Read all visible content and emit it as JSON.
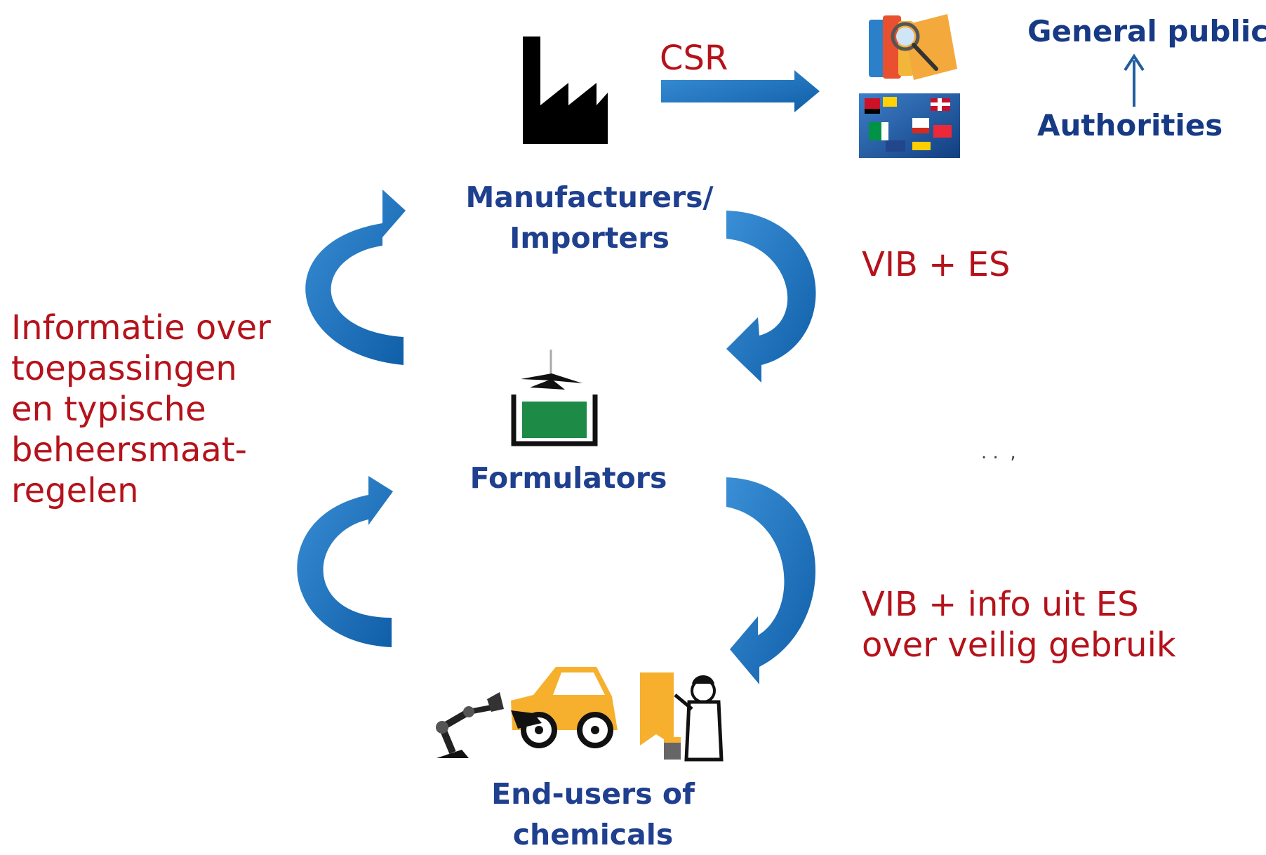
{
  "nodes": {
    "manufacturers": "Manufacturers/\nImporters",
    "formulators": "Formulators",
    "end_users": "End-users of\nchemicals",
    "general_public": "General public",
    "authorities": "Authorities"
  },
  "labels": {
    "csr": "CSR",
    "vib_es": "VIB + ES",
    "vib_info": "VIB + info uit ES\nover veilig gebruik",
    "left_info": "Informatie over\ntoepassingen\nen typische\nbeheersmaat-\nregelen",
    "dots": ". .  ,"
  },
  "icons": {
    "factory": "factory-icon",
    "reports": "reports-icon",
    "eu_flags": "eu-flags-icon",
    "mixer": "mixer-tank-icon",
    "robot_arm": "robot-arm-icon",
    "car": "car-icon",
    "painter": "painter-icon"
  },
  "colors": {
    "arrow_blue": "#1e73be",
    "actor_text": "#1f3f8f",
    "label_red": "#b5121b",
    "navy": "#173a85"
  }
}
